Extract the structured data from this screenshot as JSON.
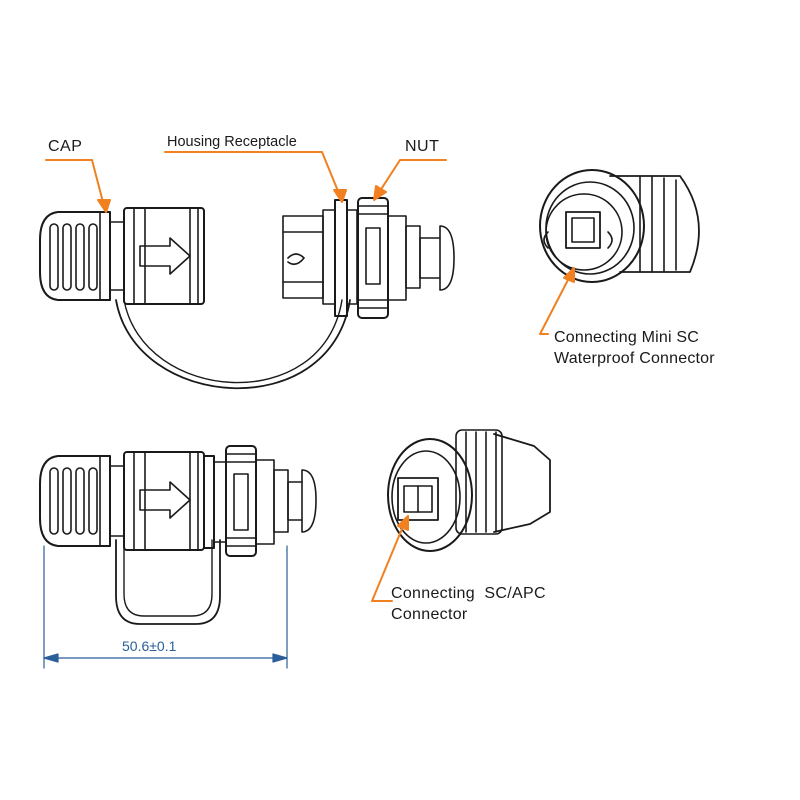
{
  "labels": {
    "cap": "CAP",
    "housing_receptacle": "Housing Receptacle",
    "nut": "NUT",
    "mini_sc_line1": "Connecting Mini SC",
    "mini_sc_line2": "Waterproof Connector",
    "sc_apc_line1": "Connecting  SC/APC",
    "sc_apc_line2": "Connector"
  },
  "dimension": {
    "value": "50.6±0.1"
  },
  "colors": {
    "leader": "#f08020",
    "dimension": "#2a5f9a",
    "line": "#1a1a1a",
    "background": "#ffffff"
  }
}
